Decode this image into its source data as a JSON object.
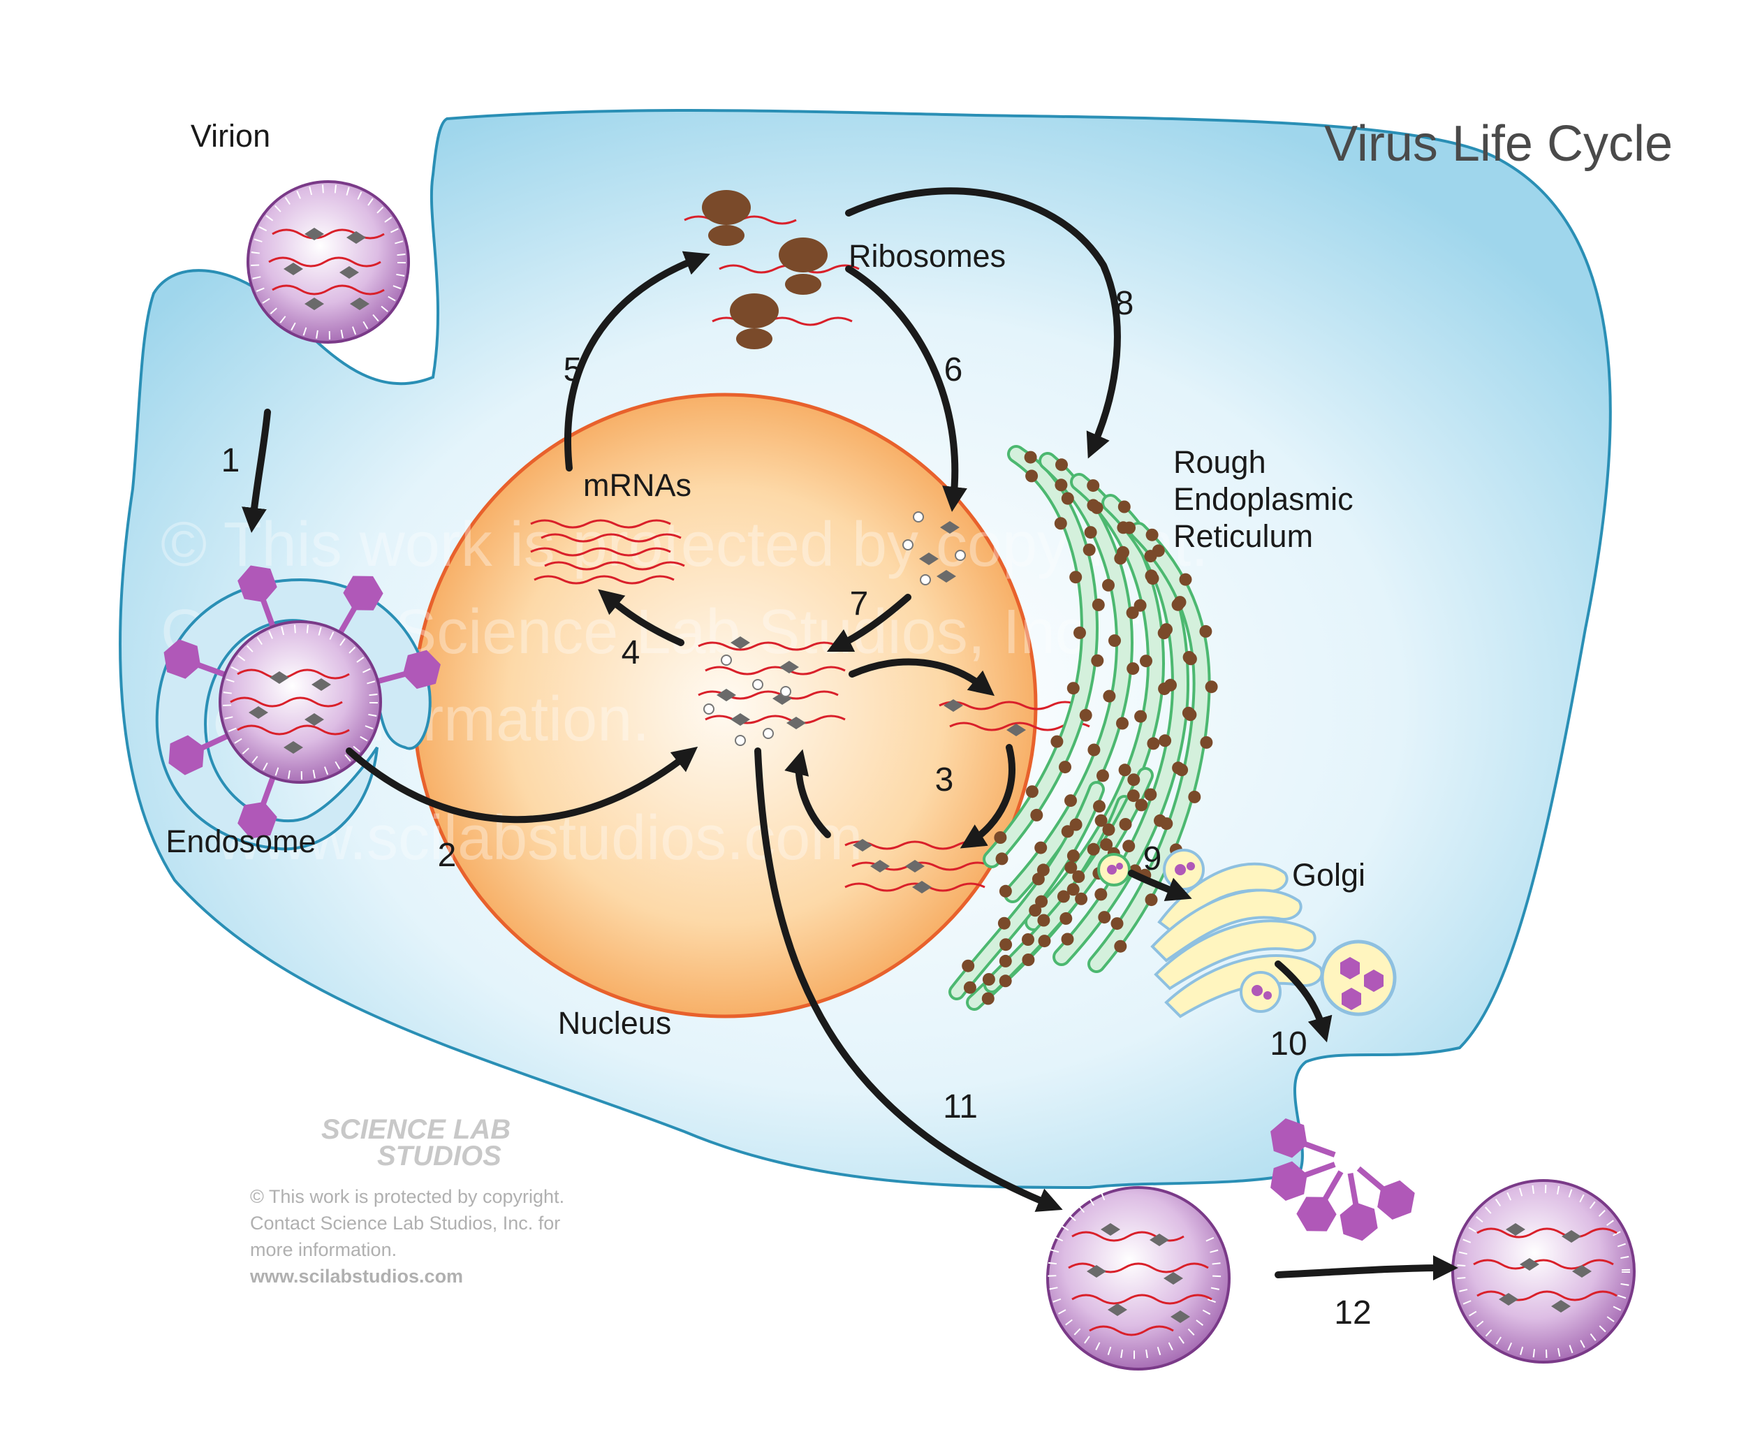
{
  "title": "Virus Life Cycle",
  "labels": {
    "virion": "Virion",
    "endosome": "Endosome",
    "ribosomes": "Ribosomes",
    "mrnas": "mRNAs",
    "rough_er": [
      "Rough",
      "Endoplasmic",
      "Reticulum"
    ],
    "golgi": "Golgi",
    "nucleus": "Nucleus"
  },
  "steps": [
    "1",
    "2",
    "3",
    "4",
    "5",
    "6",
    "7",
    "8",
    "9",
    "10",
    "11",
    "12"
  ],
  "watermark": {
    "logo_line1": "SCIENCE LAB",
    "logo_line2": "STUDIOS",
    "notice": [
      "© This work is protected by copyright.",
      "Contact Science Lab Studios, Inc. for",
      "more information.",
      "www.scilabstudios.com"
    ],
    "big_lines": [
      "© This work is protected by copyright.",
      "Contact Science Lab Studios, Inc. for",
      "more information.",
      "www.scilabstudios.com"
    ]
  },
  "colors": {
    "cell_edge": "#7cc5e2",
    "cell_center": "#ffffff",
    "membrane": "#2a8fb5",
    "nucleus_fill": "#fbc58a",
    "nucleus_edge": "#e8612c",
    "spike": "#b058b8",
    "capsid": "#c9a0d0",
    "rna": "#d9202a",
    "ribosome": "#7a4a2a",
    "er_fill": "#d4f0dc",
    "er_edge": "#4cb870",
    "er_dot": "#7a4a2a",
    "golgi_fill": "#fff5bf",
    "golgi_edge": "#8ec0e0"
  }
}
